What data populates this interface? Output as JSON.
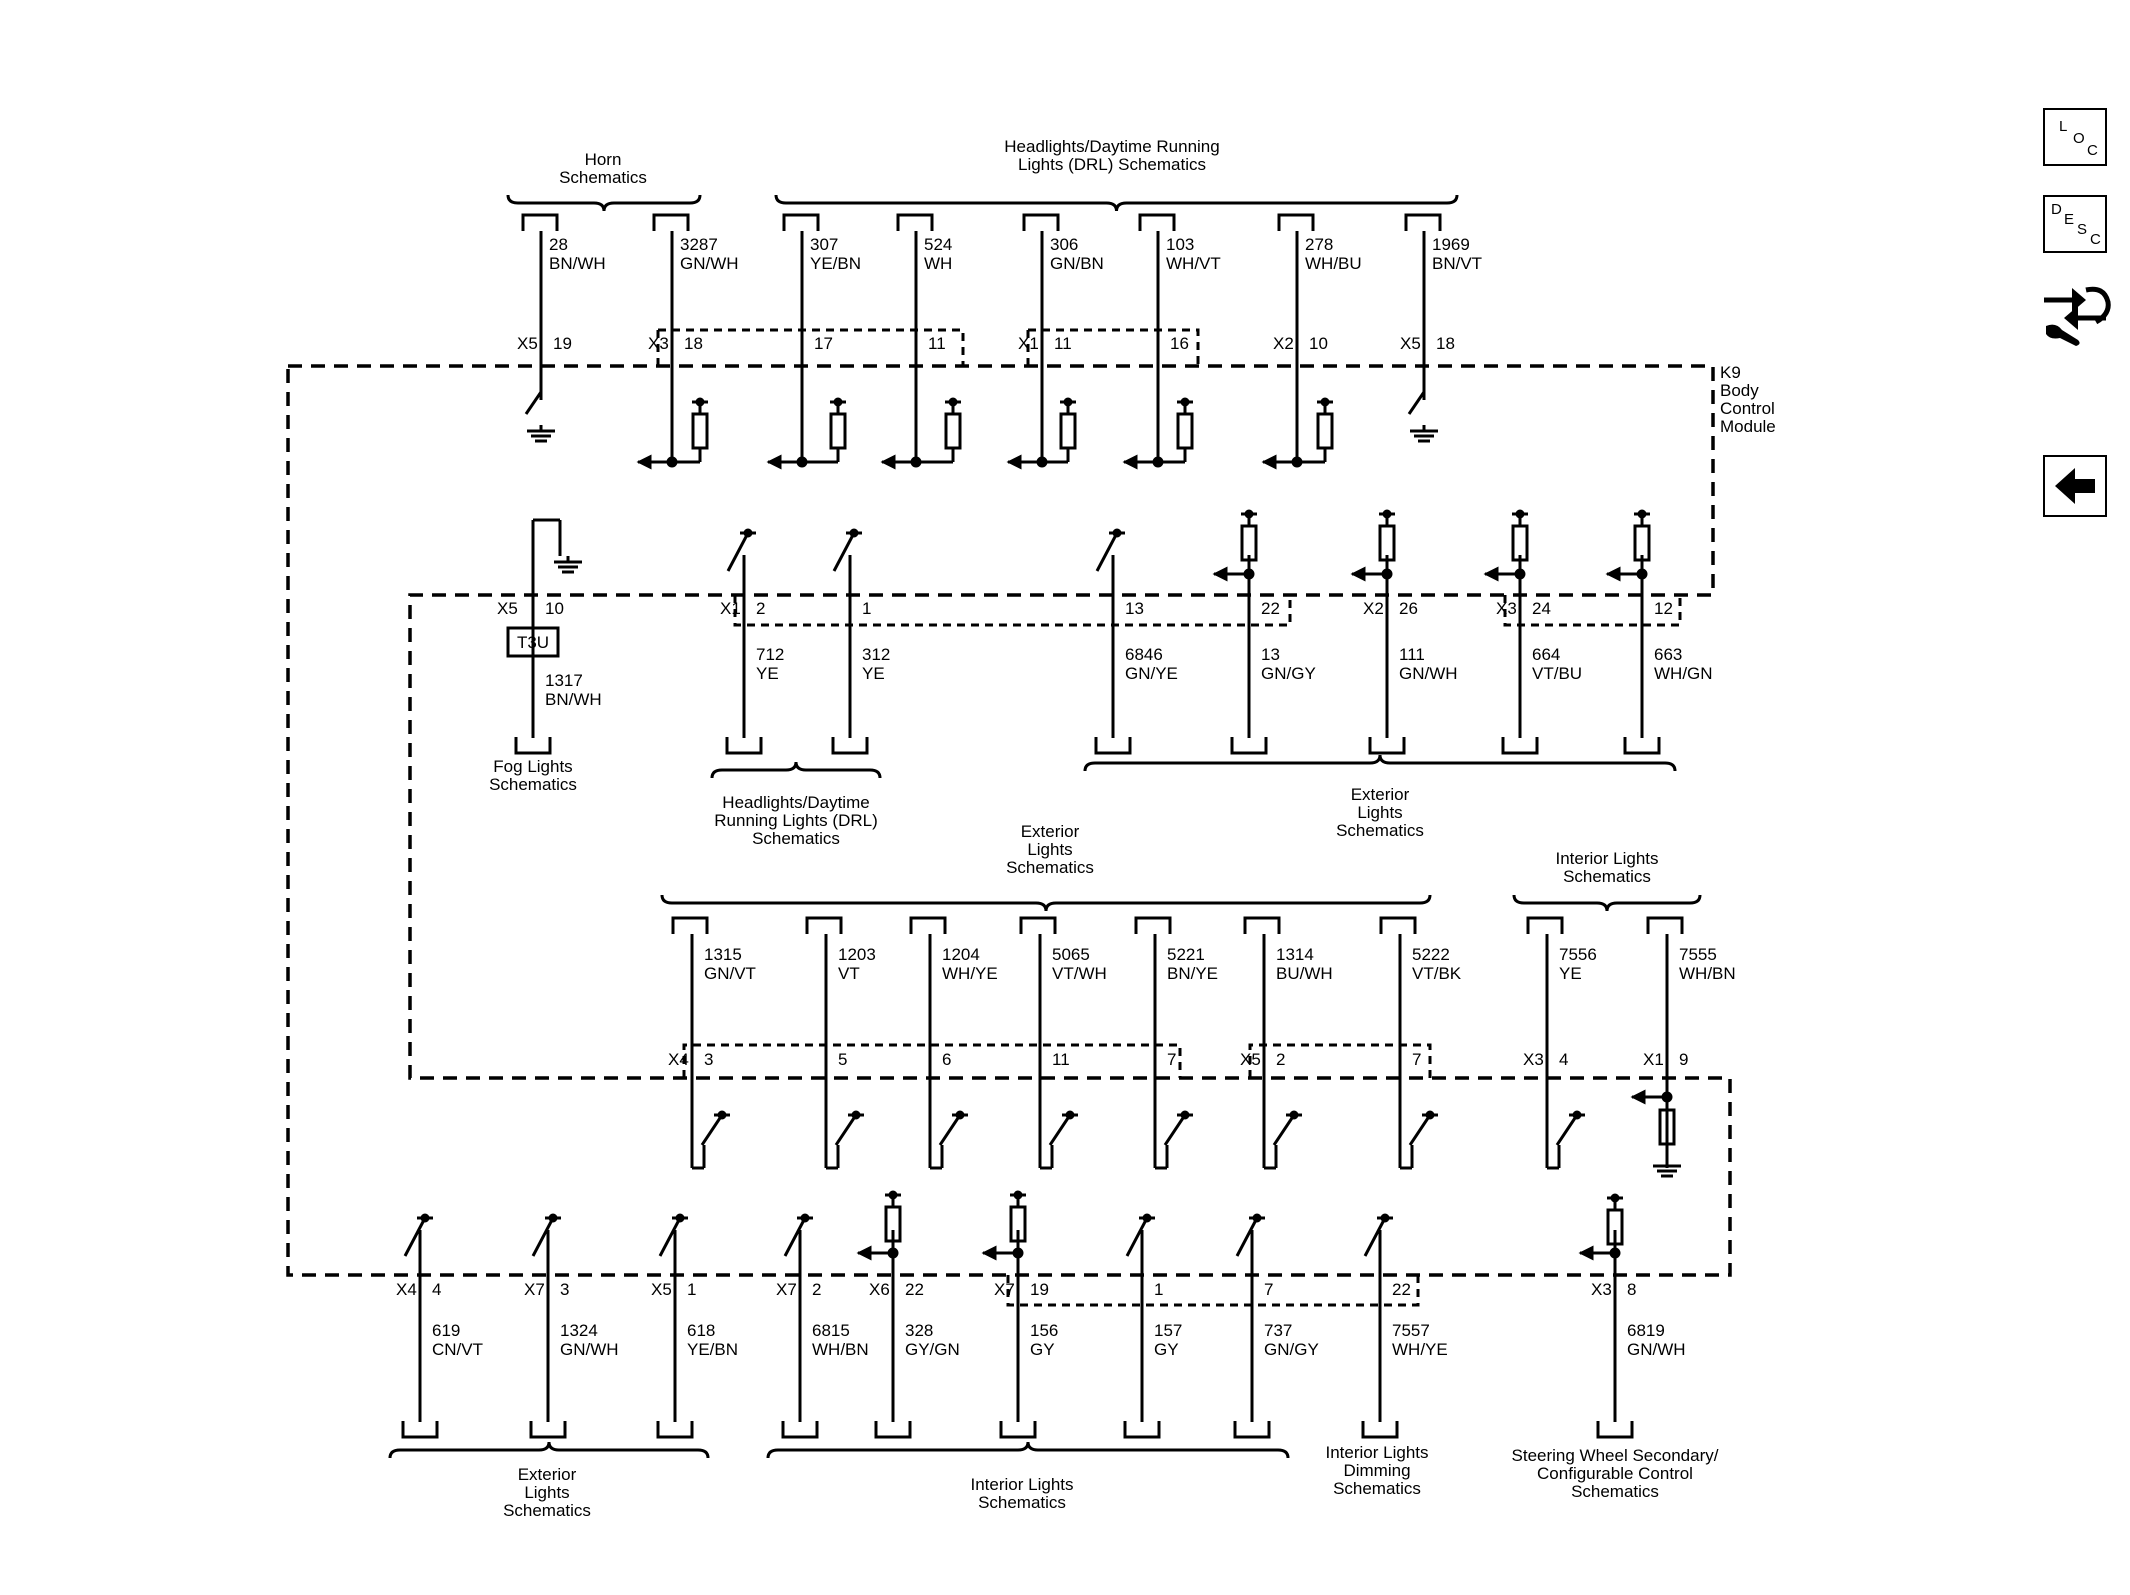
{
  "nav": {
    "loc": {
      "l1": "L",
      "l2": "O",
      "l3": "C"
    },
    "desc": {
      "l1": "D",
      "l2": "E",
      "l3": "S",
      "l4": "C"
    },
    "tools_icon": "tools-exchange-icon",
    "back_icon": "back-arrow-icon"
  },
  "module": {
    "l1": "K9",
    "l2": "Body",
    "l3": "Control",
    "l4": "Module"
  },
  "groups": {
    "horn": [
      "Horn",
      "Schematics"
    ],
    "drl_top": [
      "Headlights/Daytime Running",
      "Lights (DRL) Schematics"
    ],
    "fog": [
      "Fog Lights",
      "Schematics"
    ],
    "drl_mid": [
      "Headlights/Daytime",
      "Running Lights (DRL)",
      "Schematics"
    ],
    "ext_mid_right": [
      "Exterior",
      "Lights",
      "Schematics"
    ],
    "ext_lower_top": [
      "Exterior",
      "Lights",
      "Schematics"
    ],
    "int_lower_top": [
      "Interior Lights",
      "Schematics"
    ],
    "ext_bottom": [
      "Exterior",
      "Lights",
      "Schematics"
    ],
    "int_bottom": [
      "Interior Lights",
      "Schematics"
    ],
    "dimming": [
      "Interior Lights",
      "Dimming",
      "Schematics"
    ],
    "steering": [
      "Steering Wheel Secondary/",
      "Configurable Control",
      "Schematics"
    ]
  },
  "circuits": {
    "top": [
      {
        "conn": "X5",
        "pin": "19",
        "circuit": "28",
        "color": "BN/WH"
      },
      {
        "conn": "X3",
        "pin": "18",
        "circuit": "3287",
        "color": "GN/WH"
      },
      {
        "conn": "",
        "pin": "17",
        "circuit": "307",
        "color": "YE/BN"
      },
      {
        "conn": "",
        "pin": "11",
        "circuit": "524",
        "color": "WH"
      },
      {
        "conn": "X1",
        "pin": "11",
        "circuit": "306",
        "color": "GN/BN"
      },
      {
        "conn": "",
        "pin": "16",
        "circuit": "103",
        "color": "WH/VT"
      },
      {
        "conn": "X2",
        "pin": "10",
        "circuit": "278",
        "color": "WH/BU"
      },
      {
        "conn": "X5",
        "pin": "18",
        "circuit": "1969",
        "color": "BN/VT"
      }
    ],
    "mid": [
      {
        "conn": "X5",
        "pin": "10",
        "circuit": "1317",
        "color": "BN/WH",
        "device": "T3U"
      },
      {
        "conn": "X1",
        "pin": "2",
        "circuit": "712",
        "color": "YE"
      },
      {
        "conn": "",
        "pin": "1",
        "circuit": "312",
        "color": "YE"
      },
      {
        "conn": "",
        "pin": "13",
        "circuit": "6846",
        "color": "GN/YE"
      },
      {
        "conn": "",
        "pin": "22",
        "circuit": "13",
        "color": "GN/GY"
      },
      {
        "conn": "X2",
        "pin": "26",
        "circuit": "111",
        "color": "GN/WH"
      },
      {
        "conn": "X3",
        "pin": "24",
        "circuit": "664",
        "color": "VT/BU"
      },
      {
        "conn": "",
        "pin": "12",
        "circuit": "663",
        "color": "WH/GN"
      }
    ],
    "lower": [
      {
        "conn": "X4",
        "pin": "3",
        "circuit": "1315",
        "color": "GN/VT"
      },
      {
        "conn": "",
        "pin": "5",
        "circuit": "1203",
        "color": "VT"
      },
      {
        "conn": "",
        "pin": "6",
        "circuit": "1204",
        "color": "WH/YE"
      },
      {
        "conn": "",
        "pin": "11",
        "circuit": "5065",
        "color": "VT/WH"
      },
      {
        "conn": "",
        "pin": "7",
        "circuit": "5221",
        "color": "BN/YE"
      },
      {
        "conn": "X5",
        "pin": "2",
        "circuit": "1314",
        "color": "BU/WH"
      },
      {
        "conn": "",
        "pin": "7",
        "circuit": "5222",
        "color": "VT/BK"
      },
      {
        "conn": "X3",
        "pin": "4",
        "circuit": "7556",
        "color": "YE"
      },
      {
        "conn": "X1",
        "pin": "9",
        "circuit": "7555",
        "color": "WH/BN"
      }
    ],
    "bottom": [
      {
        "conn": "X4",
        "pin": "4",
        "circuit": "619",
        "color": "CN/VT"
      },
      {
        "conn": "X7",
        "pin": "3",
        "circuit": "1324",
        "color": "GN/WH"
      },
      {
        "conn": "X5",
        "pin": "1",
        "circuit": "618",
        "color": "YE/BN"
      },
      {
        "conn": "X7",
        "pin": "2",
        "circuit": "6815",
        "color": "WH/BN"
      },
      {
        "conn": "X6",
        "pin": "22",
        "circuit": "328",
        "color": "GY/GN"
      },
      {
        "conn": "X7",
        "pin": "19",
        "circuit": "156",
        "color": "GY"
      },
      {
        "conn": "",
        "pin": "1",
        "circuit": "157",
        "color": "GY"
      },
      {
        "conn": "",
        "pin": "7",
        "circuit": "737",
        "color": "GN/GY"
      },
      {
        "conn": "",
        "pin": "22",
        "circuit": "7557",
        "color": "WH/YE"
      },
      {
        "conn": "X3",
        "pin": "8",
        "circuit": "6819",
        "color": "GN/WH"
      }
    ]
  }
}
